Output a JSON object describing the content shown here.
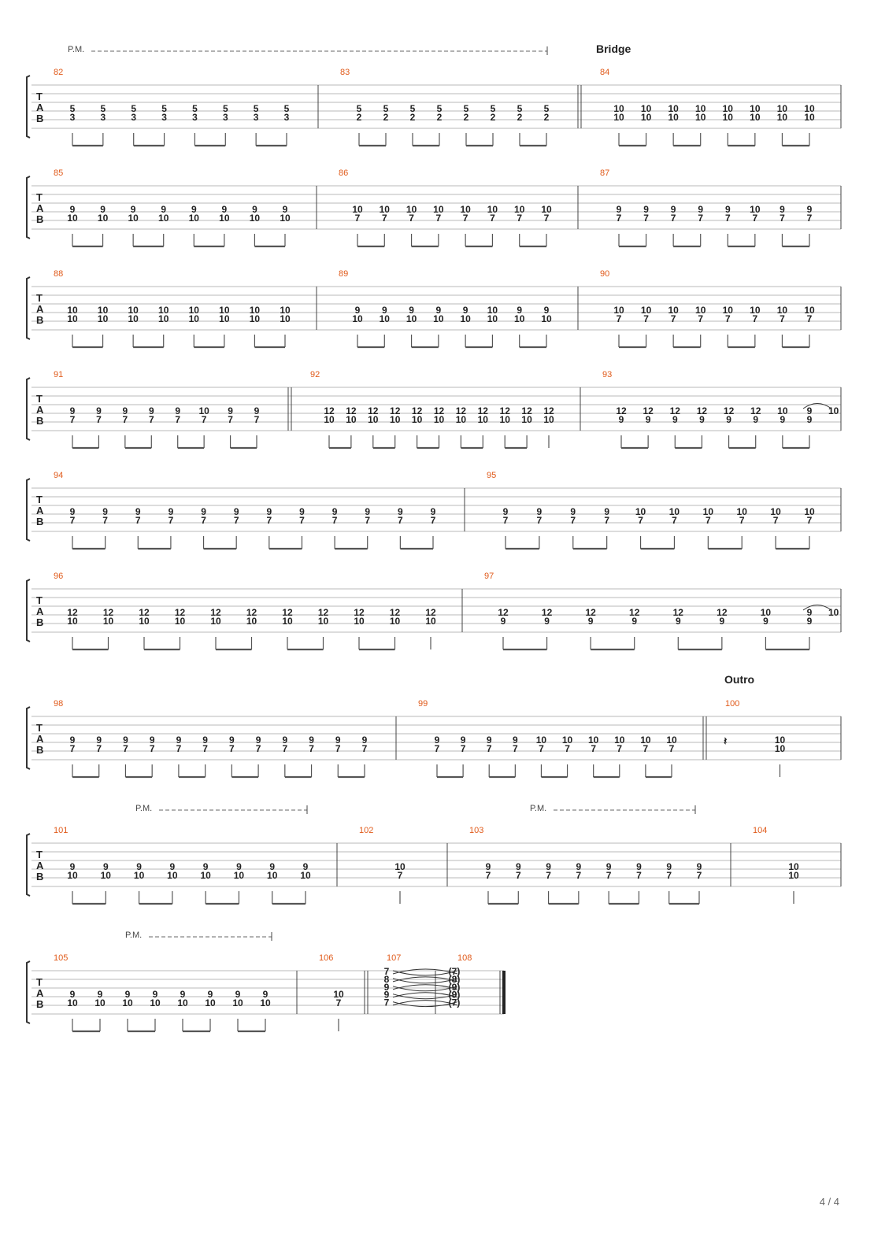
{
  "page": {
    "number": "4 / 4"
  },
  "staff_labels": {
    "t": "T",
    "a": "A",
    "b": "B"
  },
  "sections": {
    "bridge": "Bridge",
    "outro": "Outro"
  },
  "palm_mute_label": "P.M.",
  "systems": [
    {
      "bars": [
        {
          "num": "82",
          "notes": [
            [
              "5",
              "3"
            ],
            [
              "5",
              "3"
            ],
            [
              "5",
              "3"
            ],
            [
              "5",
              "3"
            ],
            [
              "5",
              "3"
            ],
            [
              "5",
              "3"
            ],
            [
              "5",
              "3"
            ],
            [
              "5",
              "3"
            ]
          ]
        },
        {
          "num": "83",
          "notes": [
            [
              "5",
              "2"
            ],
            [
              "5",
              "2"
            ],
            [
              "5",
              "2"
            ],
            [
              "5",
              "2"
            ],
            [
              "5",
              "2"
            ],
            [
              "5",
              "2"
            ],
            [
              "5",
              "2"
            ],
            [
              "5",
              "2"
            ]
          ]
        },
        {
          "num": "84",
          "notes": [
            [
              "10",
              "10"
            ],
            [
              "10",
              "10"
            ],
            [
              "10",
              "10"
            ],
            [
              "10",
              "10"
            ],
            [
              "10",
              "10"
            ],
            [
              "10",
              "10"
            ],
            [
              "10",
              "10"
            ],
            [
              "10",
              "10"
            ]
          ]
        }
      ]
    },
    {
      "bars": [
        {
          "num": "85",
          "notes": [
            [
              "9",
              "10"
            ],
            [
              "9",
              "10"
            ],
            [
              "9",
              "10"
            ],
            [
              "9",
              "10"
            ],
            [
              "9",
              "10"
            ],
            [
              "9",
              "10"
            ],
            [
              "9",
              "10"
            ],
            [
              "9",
              "10"
            ]
          ]
        },
        {
          "num": "86",
          "notes": [
            [
              "10",
              "7"
            ],
            [
              "10",
              "7"
            ],
            [
              "10",
              "7"
            ],
            [
              "10",
              "7"
            ],
            [
              "10",
              "7"
            ],
            [
              "10",
              "7"
            ],
            [
              "10",
              "7"
            ],
            [
              "10",
              "7"
            ]
          ]
        },
        {
          "num": "87",
          "notes": [
            [
              "9",
              "7"
            ],
            [
              "9",
              "7"
            ],
            [
              "9",
              "7"
            ],
            [
              "9",
              "7"
            ],
            [
              "9",
              "7"
            ],
            [
              "10",
              "7"
            ],
            [
              "9",
              "7"
            ],
            [
              "9",
              "7"
            ]
          ]
        }
      ]
    },
    {
      "bars": [
        {
          "num": "88",
          "notes": [
            [
              "10",
              "10"
            ],
            [
              "10",
              "10"
            ],
            [
              "10",
              "10"
            ],
            [
              "10",
              "10"
            ],
            [
              "10",
              "10"
            ],
            [
              "10",
              "10"
            ],
            [
              "10",
              "10"
            ],
            [
              "10",
              "10"
            ]
          ]
        },
        {
          "num": "89",
          "notes": [
            [
              "9",
              "10"
            ],
            [
              "9",
              "10"
            ],
            [
              "9",
              "10"
            ],
            [
              "9",
              "10"
            ],
            [
              "9",
              "10"
            ],
            [
              "10",
              "10"
            ],
            [
              "9",
              "10"
            ],
            [
              "9",
              "10"
            ]
          ]
        },
        {
          "num": "90",
          "notes": [
            [
              "10",
              "7"
            ],
            [
              "10",
              "7"
            ],
            [
              "10",
              "7"
            ],
            [
              "10",
              "7"
            ],
            [
              "10",
              "7"
            ],
            [
              "10",
              "7"
            ],
            [
              "10",
              "7"
            ],
            [
              "10",
              "7"
            ]
          ]
        }
      ]
    },
    {
      "bars": [
        {
          "num": "91",
          "notes": [
            [
              "9",
              "7"
            ],
            [
              "9",
              "7"
            ],
            [
              "9",
              "7"
            ],
            [
              "9",
              "7"
            ],
            [
              "9",
              "7"
            ],
            [
              "10",
              "7"
            ],
            [
              "9",
              "7"
            ],
            [
              "9",
              "7"
            ]
          ]
        },
        {
          "num": "92",
          "notes": [
            [
              "12",
              "10"
            ],
            [
              "12",
              "10"
            ],
            [
              "12",
              "10"
            ],
            [
              "12",
              "10"
            ],
            [
              "12",
              "10"
            ],
            [
              "12",
              "10"
            ],
            [
              "12",
              "10"
            ],
            [
              "12",
              "10"
            ],
            [
              "12",
              "10"
            ],
            [
              "12",
              "10"
            ],
            [
              "12",
              "10"
            ]
          ]
        },
        {
          "num": "93",
          "notes": [
            [
              "12",
              "9"
            ],
            [
              "12",
              "9"
            ],
            [
              "12",
              "9"
            ],
            [
              "12",
              "9"
            ],
            [
              "12",
              "9"
            ],
            [
              "12",
              "9"
            ],
            [
              "10",
              "9"
            ],
            [
              "9",
              "9"
            ]
          ],
          "tail": "10"
        }
      ]
    },
    {
      "bars": [
        {
          "num": "94",
          "notes": [
            [
              "9",
              "7"
            ],
            [
              "9",
              "7"
            ],
            [
              "9",
              "7"
            ],
            [
              "9",
              "7"
            ],
            [
              "9",
              "7"
            ],
            [
              "9",
              "7"
            ],
            [
              "9",
              "7"
            ],
            [
              "9",
              "7"
            ],
            [
              "9",
              "7"
            ],
            [
              "9",
              "7"
            ],
            [
              "9",
              "7"
            ],
            [
              "9",
              "7"
            ]
          ]
        },
        {
          "num": "95",
          "notes": [
            [
              "9",
              "7"
            ],
            [
              "9",
              "7"
            ],
            [
              "9",
              "7"
            ],
            [
              "9",
              "7"
            ],
            [
              "10",
              "7"
            ],
            [
              "10",
              "7"
            ],
            [
              "10",
              "7"
            ],
            [
              "10",
              "7"
            ],
            [
              "10",
              "7"
            ],
            [
              "10",
              "7"
            ]
          ]
        }
      ]
    },
    {
      "bars": [
        {
          "num": "96",
          "notes": [
            [
              "12",
              "10"
            ],
            [
              "12",
              "10"
            ],
            [
              "12",
              "10"
            ],
            [
              "12",
              "10"
            ],
            [
              "12",
              "10"
            ],
            [
              "12",
              "10"
            ],
            [
              "12",
              "10"
            ],
            [
              "12",
              "10"
            ],
            [
              "12",
              "10"
            ],
            [
              "12",
              "10"
            ],
            [
              "12",
              "10"
            ]
          ]
        },
        {
          "num": "97",
          "notes": [
            [
              "12",
              "9"
            ],
            [
              "12",
              "9"
            ],
            [
              "12",
              "9"
            ],
            [
              "12",
              "9"
            ],
            [
              "12",
              "9"
            ],
            [
              "12",
              "9"
            ],
            [
              "10",
              "9"
            ],
            [
              "9",
              "9"
            ]
          ],
          "tail": "10"
        }
      ]
    },
    {
      "bars": [
        {
          "num": "98",
          "notes": [
            [
              "9",
              "7"
            ],
            [
              "9",
              "7"
            ],
            [
              "9",
              "7"
            ],
            [
              "9",
              "7"
            ],
            [
              "9",
              "7"
            ],
            [
              "9",
              "7"
            ],
            [
              "9",
              "7"
            ],
            [
              "9",
              "7"
            ],
            [
              "9",
              "7"
            ],
            [
              "9",
              "7"
            ],
            [
              "9",
              "7"
            ],
            [
              "9",
              "7"
            ]
          ]
        },
        {
          "num": "99",
          "notes": [
            [
              "9",
              "7"
            ],
            [
              "9",
              "7"
            ],
            [
              "9",
              "7"
            ],
            [
              "9",
              "7"
            ],
            [
              "10",
              "7"
            ],
            [
              "10",
              "7"
            ],
            [
              "10",
              "7"
            ],
            [
              "10",
              "7"
            ],
            [
              "10",
              "7"
            ],
            [
              "10",
              "7"
            ]
          ]
        },
        {
          "num": "100",
          "notes": [
            [
              "10",
              "10"
            ]
          ]
        }
      ]
    },
    {
      "bars": [
        {
          "num": "101",
          "notes": [
            [
              "9",
              "10"
            ],
            [
              "9",
              "10"
            ],
            [
              "9",
              "10"
            ],
            [
              "9",
              "10"
            ],
            [
              "9",
              "10"
            ],
            [
              "9",
              "10"
            ],
            [
              "9",
              "10"
            ],
            [
              "9",
              "10"
            ]
          ]
        },
        {
          "num": "102",
          "notes": [
            [
              "10",
              "7"
            ]
          ]
        },
        {
          "num": "103",
          "notes": [
            [
              "9",
              "7"
            ],
            [
              "9",
              "7"
            ],
            [
              "9",
              "7"
            ],
            [
              "9",
              "7"
            ],
            [
              "9",
              "7"
            ],
            [
              "9",
              "7"
            ],
            [
              "9",
              "7"
            ],
            [
              "9",
              "7"
            ]
          ]
        },
        {
          "num": "104",
          "notes": [
            [
              "10",
              "10"
            ]
          ]
        }
      ]
    },
    {
      "bars": [
        {
          "num": "105",
          "notes": [
            [
              "9",
              "10"
            ],
            [
              "9",
              "10"
            ],
            [
              "9",
              "10"
            ],
            [
              "9",
              "10"
            ],
            [
              "9",
              "10"
            ],
            [
              "9",
              "10"
            ],
            [
              "9",
              "10"
            ],
            [
              "9",
              "10"
            ]
          ]
        },
        {
          "num": "106",
          "notes": [
            [
              "10",
              "7"
            ]
          ]
        },
        {
          "num": "107",
          "chord": [
            "7",
            "8",
            "9",
            "9",
            "7"
          ]
        },
        {
          "num": "108",
          "chord": [
            "(7)",
            "(8)",
            "(9)",
            "(9)",
            "(7)"
          ]
        }
      ]
    }
  ]
}
